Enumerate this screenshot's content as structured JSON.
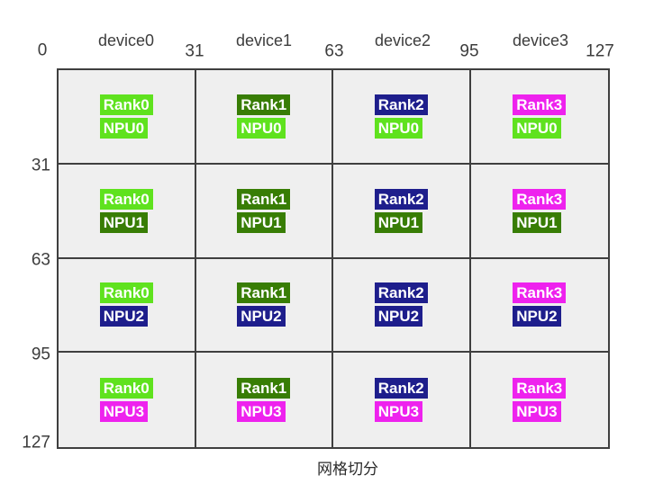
{
  "caption": "网格切分",
  "top_axis": {
    "origin": "0",
    "device_labels": [
      "device0",
      "device1",
      "device2",
      "device3"
    ],
    "ticks": [
      "31",
      "63",
      "95",
      "127"
    ]
  },
  "left_axis": {
    "ticks": [
      "31",
      "63",
      "95",
      "127"
    ]
  },
  "colors": {
    "bright_green": "#5fe21e",
    "dark_green": "#387d05",
    "navy": "#1e1e8c",
    "magenta": "#ee22ee",
    "grid_line": "#3f3f3f",
    "cell_bg": "#efefef",
    "badge_text": "#ffffff"
  },
  "cells": [
    {
      "row": 0,
      "col": 0,
      "rank": "Rank0",
      "npu": "NPU0",
      "rank_color": "#5fe21e",
      "npu_color": "#5fe21e"
    },
    {
      "row": 0,
      "col": 1,
      "rank": "Rank1",
      "npu": "NPU0",
      "rank_color": "#387d05",
      "npu_color": "#5fe21e"
    },
    {
      "row": 0,
      "col": 2,
      "rank": "Rank2",
      "npu": "NPU0",
      "rank_color": "#1e1e8c",
      "npu_color": "#5fe21e"
    },
    {
      "row": 0,
      "col": 3,
      "rank": "Rank3",
      "npu": "NPU0",
      "rank_color": "#ee22ee",
      "npu_color": "#5fe21e"
    },
    {
      "row": 1,
      "col": 0,
      "rank": "Rank0",
      "npu": "NPU1",
      "rank_color": "#5fe21e",
      "npu_color": "#387d05"
    },
    {
      "row": 1,
      "col": 1,
      "rank": "Rank1",
      "npu": "NPU1",
      "rank_color": "#387d05",
      "npu_color": "#387d05"
    },
    {
      "row": 1,
      "col": 2,
      "rank": "Rank2",
      "npu": "NPU1",
      "rank_color": "#1e1e8c",
      "npu_color": "#387d05"
    },
    {
      "row": 1,
      "col": 3,
      "rank": "Rank3",
      "npu": "NPU1",
      "rank_color": "#ee22ee",
      "npu_color": "#387d05"
    },
    {
      "row": 2,
      "col": 0,
      "rank": "Rank0",
      "npu": "NPU2",
      "rank_color": "#5fe21e",
      "npu_color": "#1e1e8c"
    },
    {
      "row": 2,
      "col": 1,
      "rank": "Rank1",
      "npu": "NPU2",
      "rank_color": "#387d05",
      "npu_color": "#1e1e8c"
    },
    {
      "row": 2,
      "col": 2,
      "rank": "Rank2",
      "npu": "NPU2",
      "rank_color": "#1e1e8c",
      "npu_color": "#1e1e8c"
    },
    {
      "row": 2,
      "col": 3,
      "rank": "Rank3",
      "npu": "NPU2",
      "rank_color": "#ee22ee",
      "npu_color": "#1e1e8c"
    },
    {
      "row": 3,
      "col": 0,
      "rank": "Rank0",
      "npu": "NPU3",
      "rank_color": "#5fe21e",
      "npu_color": "#ee22ee"
    },
    {
      "row": 3,
      "col": 1,
      "rank": "Rank1",
      "npu": "NPU3",
      "rank_color": "#387d05",
      "npu_color": "#ee22ee"
    },
    {
      "row": 3,
      "col": 2,
      "rank": "Rank2",
      "npu": "NPU3",
      "rank_color": "#1e1e8c",
      "npu_color": "#ee22ee"
    },
    {
      "row": 3,
      "col": 3,
      "rank": "Rank3",
      "npu": "NPU3",
      "rank_color": "#ee22ee",
      "npu_color": "#ee22ee"
    }
  ]
}
